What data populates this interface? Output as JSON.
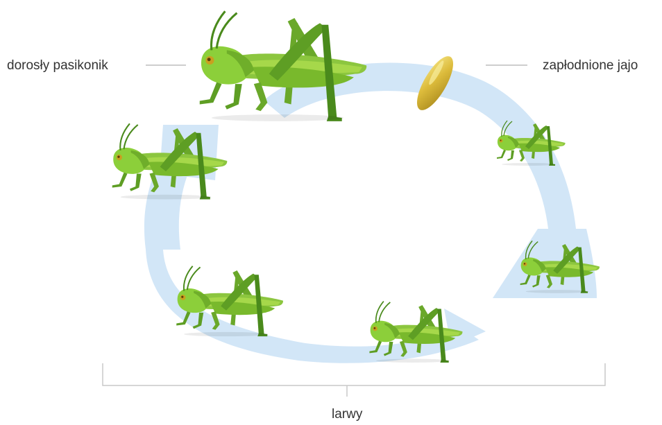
{
  "labels": {
    "adult": "dorosły pasikonik",
    "egg": "zapłodnione jajo",
    "larvae": "larwy"
  },
  "colors": {
    "arrow": "#d2e6f7",
    "grasshopper_light": "#9cd33a",
    "grasshopper_mid": "#76b82a",
    "grasshopper_dark": "#4a8a1c",
    "egg": "#d7b433",
    "egg_highlight": "#f4e27a",
    "leader_line": "#bdbdbd",
    "bracket": "#c8c8c8",
    "text": "#333333"
  },
  "stages": [
    {
      "name": "adult",
      "icon": "adult-grasshopper-icon"
    },
    {
      "name": "egg",
      "icon": "egg-icon"
    },
    {
      "name": "larva-1",
      "icon": "nymph-grasshopper-icon"
    },
    {
      "name": "larva-2",
      "icon": "nymph-grasshopper-icon"
    },
    {
      "name": "larva-3",
      "icon": "nymph-grasshopper-icon"
    },
    {
      "name": "larva-4",
      "icon": "nymph-grasshopper-icon"
    },
    {
      "name": "larva-5",
      "icon": "nymph-grasshopper-icon"
    }
  ]
}
